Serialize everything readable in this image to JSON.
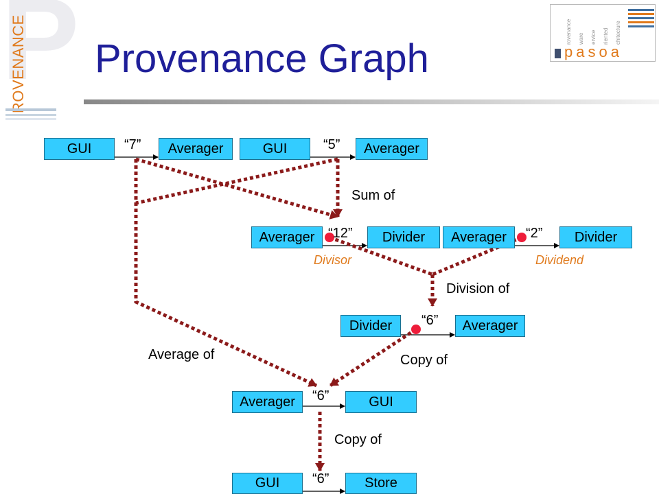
{
  "logo_left": {
    "text": "ROVENANCE"
  },
  "logo_right": {
    "words": [
      "rovenance",
      "ware",
      "ervice",
      "riented",
      "chitecture"
    ],
    "brand": "pasoa"
  },
  "slide": {
    "title": "Provenance Graph"
  },
  "colors": {
    "box_fill": "#33ccff",
    "arrow_dotted": "#8b1a1a",
    "node_dot": "#ee1d3a",
    "role_text": "#e07a1c",
    "title": "#1f1f99"
  },
  "row1": {
    "left": {
      "from": "GUI",
      "msg": "“7”",
      "to": "Averager"
    },
    "right": {
      "from": "GUI",
      "msg": "“5”",
      "to": "Averager"
    }
  },
  "relations": {
    "sum": "Sum of",
    "division": "Division of",
    "average": "Average of",
    "copy1": "Copy of",
    "copy2": "Copy of"
  },
  "row2": {
    "left": {
      "from": "Averager",
      "msg": "“12”",
      "to": "Divider",
      "role": "Divisor"
    },
    "right": {
      "from": "Averager",
      "msg": "“2”",
      "to": "Divider",
      "role": "Dividend"
    }
  },
  "row3": {
    "from": "Divider",
    "msg": "“6”",
    "to": "Averager"
  },
  "row4": {
    "from": "Averager",
    "msg": "“6”",
    "to": "GUI"
  },
  "row5": {
    "from": "GUI",
    "msg": "“6”",
    "to": "Store"
  }
}
